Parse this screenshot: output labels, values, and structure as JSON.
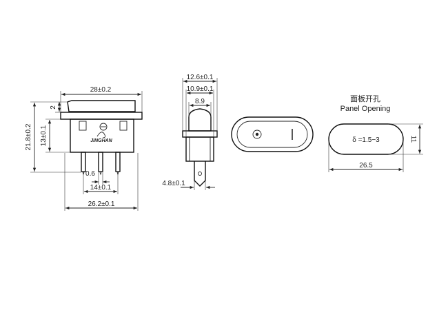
{
  "side_view": {
    "width_top": "28±0.2",
    "height_total": "21.8±0.2",
    "height_body": "13±0.1",
    "rocker_offset": "2",
    "pin_thickness": "0.6",
    "pin_spacing": "14±0.1",
    "width_bottom": "26.2±0.1",
    "logo_text": "JINGHAN"
  },
  "front_view": {
    "width_outer": "12.6±0.1",
    "width_body": "10.9±0.1",
    "width_rocker": "8.9",
    "pin_width": "4.8±0.1"
  },
  "top_view": {
    "on_mark": "I",
    "off_mark": "O"
  },
  "panel": {
    "title_cn": "面板开孔",
    "title_en": "Panel Opening",
    "thickness_label": "δ =1.5−3",
    "height": "11",
    "width": "26.5"
  },
  "colors": {
    "line": "#222222",
    "background": "#ffffff"
  }
}
